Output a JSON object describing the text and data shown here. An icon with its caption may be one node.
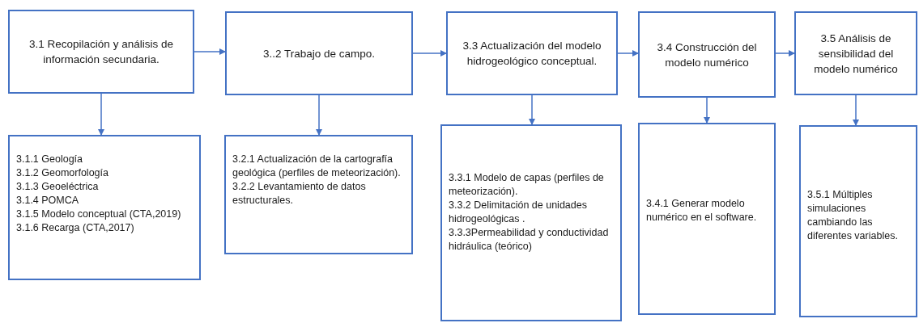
{
  "diagram": {
    "nodes": [
      {
        "text": [
          "3.1 Recopilación y análisis de información secundaria."
        ]
      },
      {
        "text": [
          "3..2  Trabajo de campo."
        ]
      },
      {
        "text": [
          "3.3 Actualización del modelo hidrogeológico conceptual."
        ]
      },
      {
        "text": [
          "3.4 Construcción del modelo numérico"
        ]
      },
      {
        "text": [
          "3.5 Análisis de sensibilidad del modelo numérico"
        ]
      },
      {
        "text": [
          "3.1.1  Geología",
          "3.1.2  Geomorfología",
          "3.1.3  Geoeléctrica",
          "3.1.4  POMCA",
          "3.1.5 Modelo conceptual (CTA,2019)",
          "3.1.6 Recarga (CTA,2017)"
        ]
      },
      {
        "text": [
          "3.2.1 Actualización de la cartografía geológica (perfiles de meteorización).",
          "3.2.2 Levantamiento de datos estructurales."
        ]
      },
      {
        "text": [
          "3.3.1 Modelo de capas (perfiles de meteorización).",
          "3.3.2 Delimitación de unidades hidrogeológicas .",
          "3.3.3Permeabilidad y conductividad hidráulica (teórico)"
        ]
      },
      {
        "text": [
          "3.4.1 Generar  modelo numérico  en  el software."
        ]
      },
      {
        "text": [
          "3.5.1 Múltiples simulaciones cambiando las diferentes variables."
        ]
      }
    ],
    "edges": [
      {
        "from": 0,
        "to": 1,
        "arrow": "to"
      },
      {
        "from": 1,
        "to": 2,
        "arrow": "to"
      },
      {
        "from": 2,
        "to": 3,
        "arrow": "to"
      },
      {
        "from": 3,
        "to": 4,
        "arrow": "to"
      },
      {
        "from": 0,
        "to": 5,
        "arrow": "to"
      },
      {
        "from": 1,
        "to": 6,
        "arrow": "to"
      },
      {
        "from": 2,
        "to": 7,
        "arrow": "to"
      },
      {
        "from": 3,
        "to": 8,
        "arrow": "to"
      },
      {
        "from": 4,
        "to": 9,
        "arrow": "to"
      }
    ]
  }
}
